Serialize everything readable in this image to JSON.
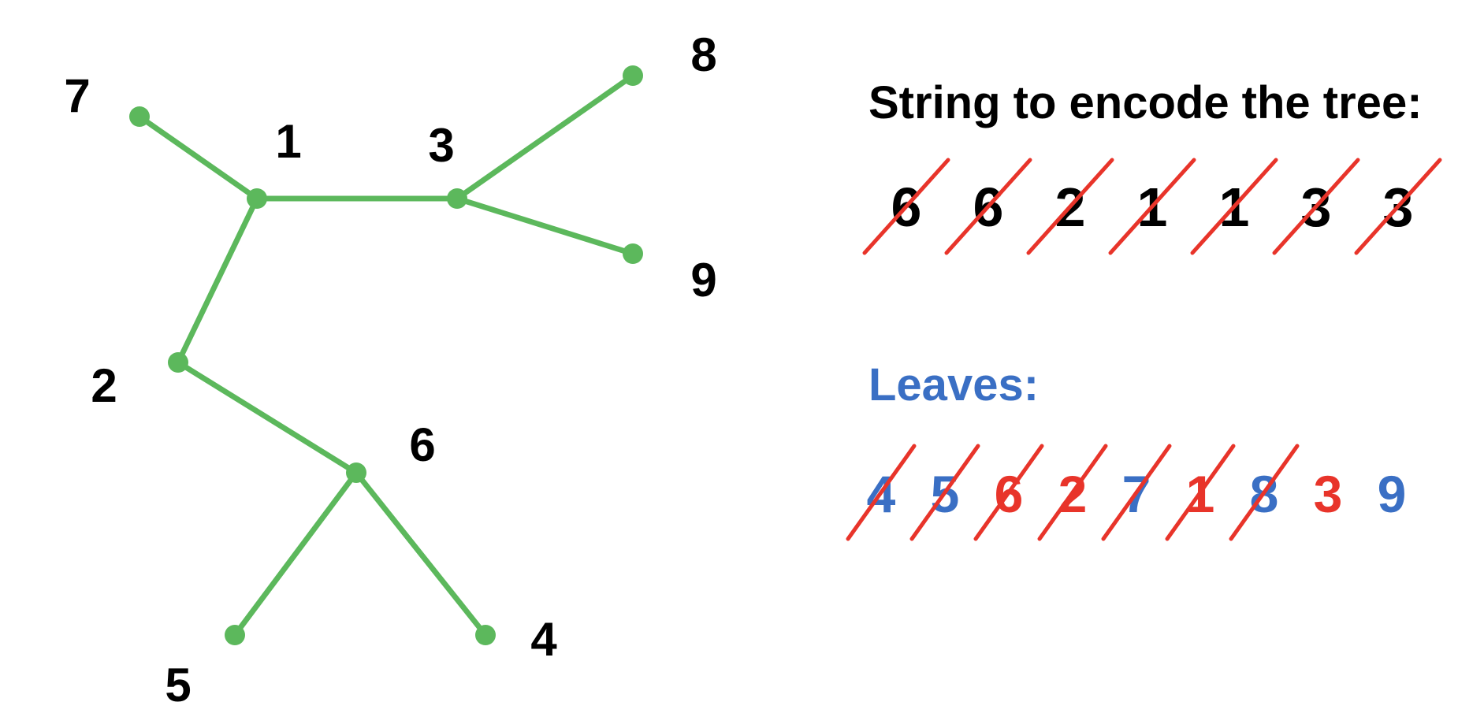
{
  "colors": {
    "edge": "#5cb85c",
    "text": "#000000",
    "blue": "#3a6fc4",
    "red": "#e8342a"
  },
  "tree": {
    "nodes": [
      {
        "id": "1",
        "label": "1"
      },
      {
        "id": "2",
        "label": "2"
      },
      {
        "id": "3",
        "label": "3"
      },
      {
        "id": "4",
        "label": "4"
      },
      {
        "id": "5",
        "label": "5"
      },
      {
        "id": "6",
        "label": "6"
      },
      {
        "id": "7",
        "label": "7"
      },
      {
        "id": "8",
        "label": "8"
      },
      {
        "id": "9",
        "label": "9"
      }
    ],
    "edges": [
      [
        "7",
        "1"
      ],
      [
        "1",
        "3"
      ],
      [
        "3",
        "8"
      ],
      [
        "3",
        "9"
      ],
      [
        "1",
        "2"
      ],
      [
        "2",
        "6"
      ],
      [
        "6",
        "5"
      ],
      [
        "6",
        "4"
      ]
    ]
  },
  "encode": {
    "title": "String to encode the tree:",
    "digits": [
      {
        "value": "6",
        "crossed": true
      },
      {
        "value": "6",
        "crossed": true
      },
      {
        "value": "2",
        "crossed": true
      },
      {
        "value": "1",
        "crossed": true
      },
      {
        "value": "1",
        "crossed": true
      },
      {
        "value": "3",
        "crossed": true
      },
      {
        "value": "3",
        "crossed": true
      }
    ]
  },
  "leaves": {
    "title": "Leaves:",
    "items": [
      {
        "value": "4",
        "color": "blue",
        "crossed": true
      },
      {
        "value": "5",
        "color": "blue",
        "crossed": true
      },
      {
        "value": "6",
        "color": "red",
        "crossed": true
      },
      {
        "value": "2",
        "color": "red",
        "crossed": true
      },
      {
        "value": "7",
        "color": "blue",
        "crossed": true
      },
      {
        "value": "1",
        "color": "red",
        "crossed": true
      },
      {
        "value": "8",
        "color": "blue",
        "crossed": true
      },
      {
        "value": "3",
        "color": "red",
        "crossed": false
      },
      {
        "value": "9",
        "color": "blue",
        "crossed": false
      }
    ]
  }
}
